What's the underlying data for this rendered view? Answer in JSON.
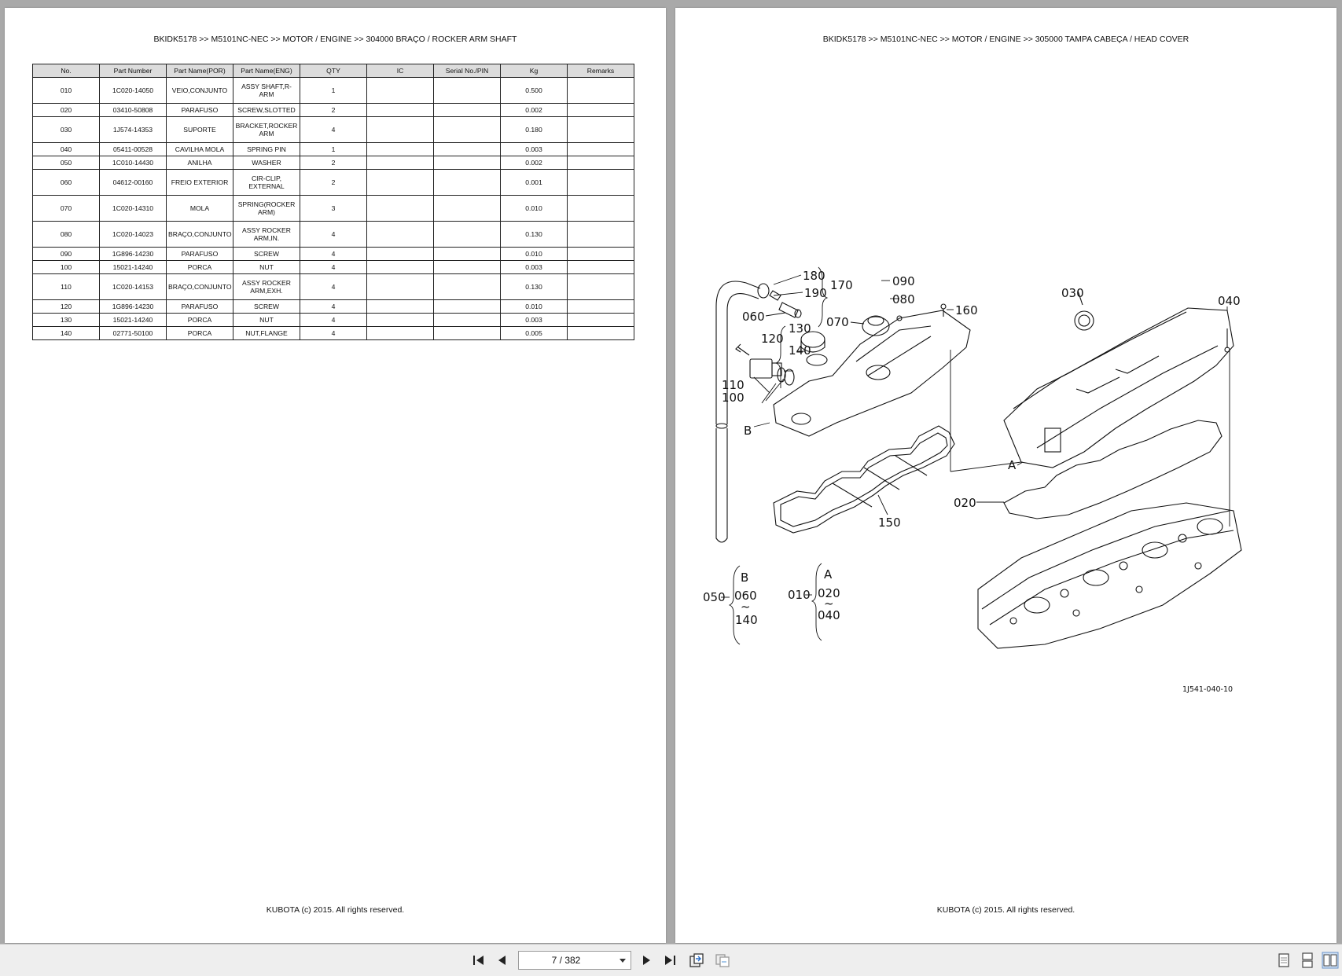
{
  "left_page": {
    "header": "BKIDK5178 >> M5101NC-NEC >> MOTOR / ENGINE >> 304000   BRAÇO / ROCKER ARM SHAFT",
    "footer": "KUBOTA (c) 2015. All rights reserved.",
    "table": {
      "columns": [
        "No.",
        "Part Number",
        "Part Name(POR)",
        "Part Name(ENG)",
        "QTY",
        "IC",
        "Serial No./PIN",
        "Kg",
        "Remarks"
      ],
      "rows": [
        {
          "no": "010",
          "part": "1C020-14050",
          "por": "VEIO,CONJUNTO",
          "eng": "ASSY SHAFT,R-ARM",
          "qty": "1",
          "ic": "",
          "serial": "",
          "kg": "0.500",
          "remarks": ""
        },
        {
          "no": "020",
          "part": "03410-50808",
          "por": "PARAFUSO",
          "eng": "SCREW,SLOTTED",
          "qty": "2",
          "ic": "",
          "serial": "",
          "kg": "0.002",
          "remarks": ""
        },
        {
          "no": "030",
          "part": "1J574-14353",
          "por": "SUPORTE",
          "eng": "BRACKET,ROCKER ARM",
          "qty": "4",
          "ic": "",
          "serial": "",
          "kg": "0.180",
          "remarks": ""
        },
        {
          "no": "040",
          "part": "05411-00528",
          "por": "CAVILHA MOLA",
          "eng": "SPRING PIN",
          "qty": "1",
          "ic": "",
          "serial": "",
          "kg": "0.003",
          "remarks": ""
        },
        {
          "no": "050",
          "part": "1C010-14430",
          "por": "ANILHA",
          "eng": "WASHER",
          "qty": "2",
          "ic": "",
          "serial": "",
          "kg": "0.002",
          "remarks": ""
        },
        {
          "no": "060",
          "part": "04612-00160",
          "por": "FREIO EXTERIOR",
          "eng": "CIR-CLIP, EXTERNAL",
          "qty": "2",
          "ic": "",
          "serial": "",
          "kg": "0.001",
          "remarks": ""
        },
        {
          "no": "070",
          "part": "1C020-14310",
          "por": "MOLA",
          "eng": "SPRING(ROCKER ARM)",
          "qty": "3",
          "ic": "",
          "serial": "",
          "kg": "0.010",
          "remarks": ""
        },
        {
          "no": "080",
          "part": "1C020-14023",
          "por": "BRAÇO,CONJUNTO",
          "eng": "ASSY ROCKER ARM,IN.",
          "qty": "4",
          "ic": "",
          "serial": "",
          "kg": "0.130",
          "remarks": ""
        },
        {
          "no": "090",
          "part": "1G896-14230",
          "por": "PARAFUSO",
          "eng": "SCREW",
          "qty": "4",
          "ic": "",
          "serial": "",
          "kg": "0.010",
          "remarks": ""
        },
        {
          "no": "100",
          "part": "15021-14240",
          "por": "PORCA",
          "eng": "NUT",
          "qty": "4",
          "ic": "",
          "serial": "",
          "kg": "0.003",
          "remarks": ""
        },
        {
          "no": "110",
          "part": "1C020-14153",
          "por": "BRAÇO,CONJUNTO",
          "eng": "ASSY ROCKER ARM,EXH.",
          "qty": "4",
          "ic": "",
          "serial": "",
          "kg": "0.130",
          "remarks": ""
        },
        {
          "no": "120",
          "part": "1G896-14230",
          "por": "PARAFUSO",
          "eng": "SCREW",
          "qty": "4",
          "ic": "",
          "serial": "",
          "kg": "0.010",
          "remarks": ""
        },
        {
          "no": "130",
          "part": "15021-14240",
          "por": "PORCA",
          "eng": "NUT",
          "qty": "4",
          "ic": "",
          "serial": "",
          "kg": "0.003",
          "remarks": ""
        },
        {
          "no": "140",
          "part": "02771-50100",
          "por": "PORCA",
          "eng": "NUT,FLANGE",
          "qty": "4",
          "ic": "",
          "serial": "",
          "kg": "0.005",
          "remarks": ""
        }
      ]
    }
  },
  "right_page": {
    "header": "BKIDK5178 >> M5101NC-NEC >> MOTOR / ENGINE >> 305000   TAMPA CABEÇA / HEAD COVER",
    "footer": "KUBOTA (c) 2015. All rights reserved.",
    "diagram": {
      "code": "1J541-040-10",
      "callouts": {
        "c180": "180",
        "c190": "190",
        "c170": "170",
        "c090": "090",
        "c080": "080",
        "c060": "060",
        "c070": "070",
        "c160": "160",
        "c030": "030",
        "c040": "040",
        "c120": "120",
        "c130": "130",
        "c140": "140",
        "c110": "110",
        "c100": "100",
        "cB": "B",
        "cA": "A",
        "c020": "020",
        "c150": "150"
      },
      "legend_b": {
        "ref": "050",
        "letter": "B",
        "from": "060",
        "tilde": "~",
        "to": "140"
      },
      "legend_a": {
        "ref": "010",
        "letter": "A",
        "from": "020",
        "tilde": "~",
        "to": "040"
      }
    }
  },
  "toolbar": {
    "page_indicator": "7 / 382",
    "icons": [
      "first-page-icon",
      "previous-page-icon",
      "next-page-icon",
      "last-page-icon",
      "rotate-icon",
      "compare-icon",
      "single-page-icon",
      "continuous-icon",
      "two-page-icon"
    ]
  }
}
